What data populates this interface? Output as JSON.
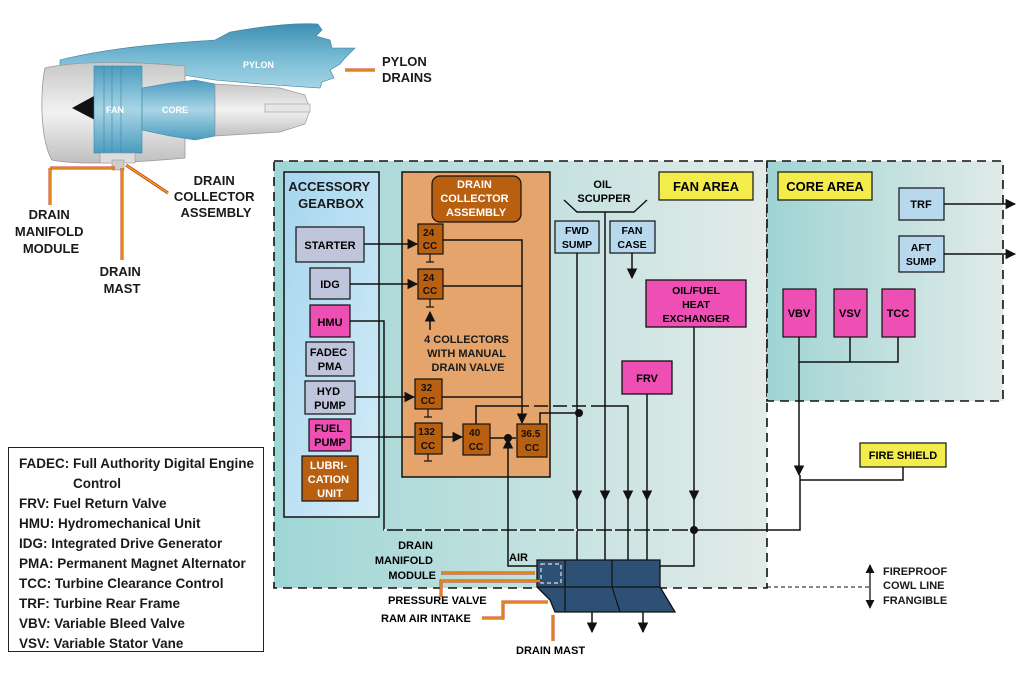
{
  "engine": {
    "pylon": "PYLON",
    "fan": "FAN",
    "core": "CORE",
    "callouts": {
      "pylon_drains": [
        "PYLON",
        "DRAINS"
      ],
      "drain_collector_assembly": [
        "DRAIN",
        "COLLECTOR",
        "ASSEMBLY"
      ],
      "drain_manifold_module": [
        "DRAIN",
        "MANIFOLD",
        "MODULE"
      ],
      "drain_mast": [
        "DRAIN",
        "MAST"
      ]
    }
  },
  "accessory_gearbox": {
    "title": [
      "ACCESSORY",
      "GEARBOX"
    ],
    "items": [
      {
        "label": [
          "STARTER"
        ],
        "type": "grey"
      },
      {
        "label": [
          "IDG"
        ],
        "type": "grey"
      },
      {
        "label": [
          "HMU"
        ],
        "type": "pink"
      },
      {
        "label": [
          "FADEC",
          "PMA"
        ],
        "type": "grey"
      },
      {
        "label": [
          "HYD",
          "PUMP"
        ],
        "type": "grey"
      },
      {
        "label": [
          "FUEL",
          "PUMP"
        ],
        "type": "pink"
      },
      {
        "label": [
          "LUBRI-",
          "CATION",
          "UNIT"
        ],
        "type": "brown"
      }
    ]
  },
  "drain_collector": {
    "title": [
      "DRAIN",
      "COLLECTOR",
      "ASSEMBLY"
    ],
    "collectors": [
      {
        "value": "24",
        "unit": "CC"
      },
      {
        "value": "24",
        "unit": "CC"
      },
      {
        "value": "32",
        "unit": "CC"
      },
      {
        "value": "132",
        "unit": "CC"
      },
      {
        "value": "40",
        "unit": "CC"
      },
      {
        "value": "36.5",
        "unit": "CC"
      }
    ],
    "note": [
      "4 COLLECTORS",
      "WITH MANUAL",
      "DRAIN VALVE"
    ]
  },
  "fan_area": {
    "title": "FAN AREA",
    "oil_scupper": [
      "OIL",
      "SCUPPER"
    ],
    "fwd_sump": [
      "FWD",
      "SUMP"
    ],
    "fan_case": [
      "FAN",
      "CASE"
    ],
    "heat_exchanger": [
      "OIL/FUEL",
      "HEAT",
      "EXCHANGER"
    ],
    "frv": "FRV"
  },
  "core_area": {
    "title": "CORE AREA",
    "trf": "TRF",
    "aft_sump": [
      "AFT",
      "SUMP"
    ],
    "valves": [
      "VBV",
      "VSV",
      "TCC"
    ]
  },
  "fire_shield": "FIRE SHIELD",
  "cowl_line": [
    "FIREPROOF",
    "COWL LINE",
    "FRANGIBLE"
  ],
  "manifold_labels": {
    "module": [
      "DRAIN",
      "MANIFOLD",
      "MODULE"
    ],
    "air": "AIR",
    "pressure_valve": "PRESSURE VALVE",
    "ram_air_intake": "RAM AIR INTAKE",
    "drain_mast": "DRAIN MAST"
  },
  "legend": [
    "FADEC: Full Authority Digital Engine",
    "Control",
    "FRV: Fuel Return Valve",
    "HMU: Hydromechanical Unit",
    "IDG: Integrated Drive Generator",
    "PMA: Permanent Magnet Alternator",
    "TCC: Turbine Clearance Control",
    "TRF: Turbine Rear Frame",
    "VBV: Variable Bleed Valve",
    "VSV: Variable Stator Vane"
  ],
  "colors": {
    "pink": "#ee4fb4",
    "brown": "#b85f10",
    "orange_panel": "#e4a46c",
    "grey_box": "#bfc6dc",
    "blue_box": "#b8d8ee",
    "yellow": "#f3ec4a",
    "teal": "#a9d9d9",
    "navy": "#2e5074",
    "engine_blue": "#5aa9c8"
  }
}
